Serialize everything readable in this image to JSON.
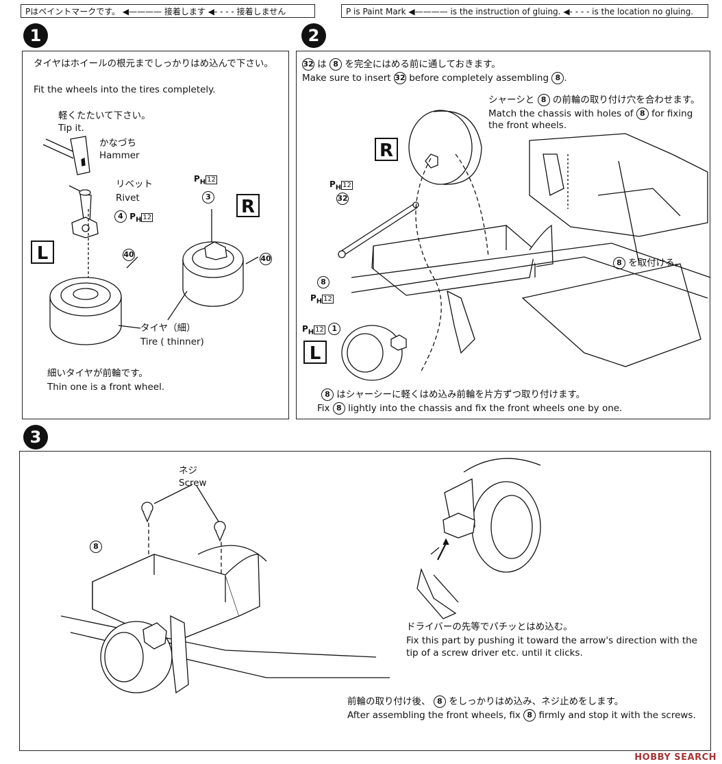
{
  "legend_jp": {
    "paint": "Pはペイントマークです。",
    "glue": "接着します",
    "noglue": "接着しません"
  },
  "legend_en": {
    "paint": "P is Paint Mark",
    "glue": "is the instruction of gluing.",
    "noglue": "is the location no gluing."
  },
  "step1": {
    "number": "1",
    "text_jp": "タイヤはホイールの根元までしっかりはめ込んで下さい。",
    "text_en": "Fit the wheels into the tires completely.",
    "tip_jp": "軽くたたいて下さい。",
    "tip_en": "Tip it.",
    "hammer_jp": "かなづち",
    "hammer_en": "Hammer",
    "rivet_jp": "リベット",
    "rivet_en": "Rivet",
    "part4": "4",
    "part3": "3",
    "part40a": "40",
    "part40b": "40",
    "paint_code": "H",
    "paint_num": "12",
    "side_l": "L",
    "side_r": "R",
    "tire_jp": "タイヤ（細）",
    "tire_en": "Tire ( thinner)",
    "note_jp": "細いタイヤが前輪です。",
    "note_en": "Thin one is a front wheel."
  },
  "step2": {
    "number": "2",
    "intro_jp": "は",
    "intro_jp2": "を完全にはめる前に通しておきます。",
    "intro_en": "Make sure to insert",
    "intro_en2": "before completely assembling",
    "part32": "32",
    "part8": "8",
    "part1": "1",
    "chassis_jp": "シャーシと",
    "chassis_jp2": "の前輪の取り付け穴を合わせます。",
    "chassis_en": "Match the chassis with holes of",
    "chassis_en2": "for fixing",
    "chassis_en3": "the front wheels.",
    "attach_jp": "を取付ける。",
    "side_r": "R",
    "side_l": "L",
    "paint_code": "H",
    "paint_num": "12",
    "fix_jp": "はシャーシーに軽くはめ込み前輪を片方ずつ取り付けます。",
    "fix_en": "Fix",
    "fix_en2": "lightly into the chassis and fix the front wheels one by one."
  },
  "step3": {
    "number": "3",
    "screw_jp": "ネジ",
    "screw_en": "Screw",
    "part8": "8",
    "driver_jp": "ドライバーの先等でパチッとはめ込む。",
    "driver_en1": "Fix this part by pushing it toward the arrow's direction with the",
    "driver_en2": "tip of a screw driver etc. until it clicks.",
    "after_jp": "前輪の取り付け後、",
    "after_jp2": "をしっかりはめ込み、ネジ止めをします。",
    "after_en": "After assembling the front wheels, fix",
    "after_en2": "firmly and stop it with the screws."
  },
  "watermark": "HOBBY SEARCH"
}
